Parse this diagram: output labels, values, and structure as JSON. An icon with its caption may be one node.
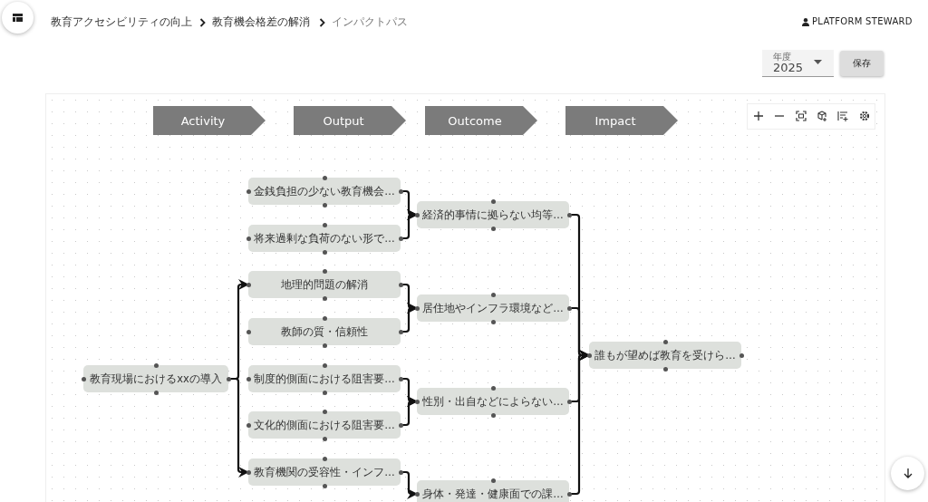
{
  "diagram": {
    "nodes": [
      {
        "text": [
          "教育現場におけるxxの導入"
        ]
      },
      {
        "text": [
          "金銭負担の少ない教育機会…"
        ]
      },
      {
        "text": [
          "将来過剰な負荷のない形で…"
        ]
      },
      {
        "text": [
          "地理的問題の解消"
        ]
      },
      {
        "text": [
          "教師の質・信頼性"
        ]
      },
      {
        "text": [
          "制度的側面における阻害要…"
        ]
      },
      {
        "text": [
          "文化的側面における阻害要…"
        ]
      },
      {
        "text": [
          "教育機関の受容性・インフ…"
        ]
      },
      {
        "text": [
          "経済的事情に拠らない均等…"
        ]
      },
      {
        "text": [
          "居住地やインフラ環境など…"
        ]
      },
      {
        "text": [
          "性別・出自などによらない…"
        ]
      },
      {
        "text": [
          "身体・発達・健康面での課…"
        ]
      },
      {
        "text": [
          "誰もが望めば教育を受けら…"
        ]
      }
    ],
    "edges": [
      {
        "from": 0,
        "to": 3,
        "arrow": "to"
      },
      {
        "from": 0,
        "to": 7,
        "arrow": "to"
      },
      {
        "from": 1,
        "to": 8,
        "arrow": "to"
      },
      {
        "from": 2,
        "to": 8,
        "arrow": "to"
      },
      {
        "from": 3,
        "to": 9,
        "arrow": "to"
      },
      {
        "from": 4,
        "to": 9,
        "arrow": "to"
      },
      {
        "from": 5,
        "to": 10,
        "arrow": "to"
      },
      {
        "from": 6,
        "to": 10,
        "arrow": "to"
      },
      {
        "from": 7,
        "to": 11,
        "arrow": "to"
      },
      {
        "from": 8,
        "to": 12,
        "arrow": "to"
      },
      {
        "from": 9,
        "to": 12,
        "arrow": "to"
      },
      {
        "from": 10,
        "to": 12,
        "arrow": "to"
      },
      {
        "from": 11,
        "to": 12,
        "arrow": "to"
      }
    ],
    "labels": [
      "教育アクセシビリティの向上",
      "教育機会格差の解消",
      "インパクトパス",
      "PLATFORM STEWARD",
      "年度",
      "2025",
      "保存",
      "Activity",
      "Output",
      "Outcome",
      "Impact"
    ]
  }
}
